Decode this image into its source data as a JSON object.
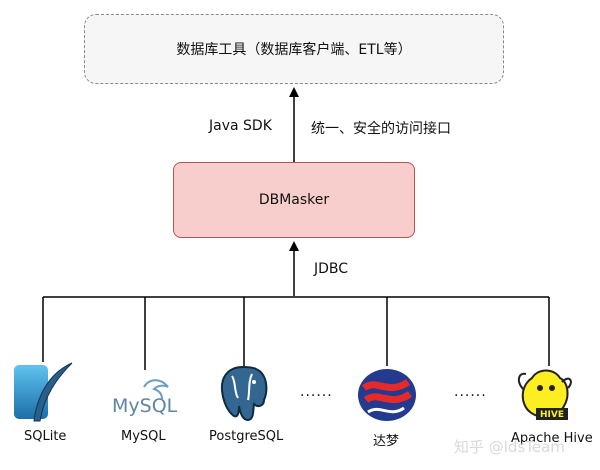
{
  "top_box": {
    "label": "数据库工具（数据库客户端、ETL等）"
  },
  "upper_link": {
    "left_label": "Java SDK",
    "right_label": "统一、安全的访问接口"
  },
  "middle_box": {
    "label": "DBMasker"
  },
  "lower_link": {
    "label": "JDBC"
  },
  "databases": [
    {
      "label": "SQLite",
      "icon": "sqlite-logo-icon"
    },
    {
      "label": "MySQL",
      "icon": "mysql-logo-icon"
    },
    {
      "label": "PostgreSQL",
      "icon": "postgresql-elephant-icon"
    },
    {
      "label": "达梦",
      "icon": "dameng-logo-icon"
    },
    {
      "label": "Apache Hive",
      "icon": "hive-bee-icon"
    }
  ],
  "ellipsis": "......",
  "logo_text": {
    "mysql": "MySQL",
    "hive": "HIVE"
  },
  "watermark": "知乎 @ldsTeam",
  "colors": {
    "dbmasker_fill": "#f8cecc",
    "dbmasker_border": "#b85450",
    "tools_fill": "#f6f6f6",
    "tools_border": "#8a8a8a"
  }
}
